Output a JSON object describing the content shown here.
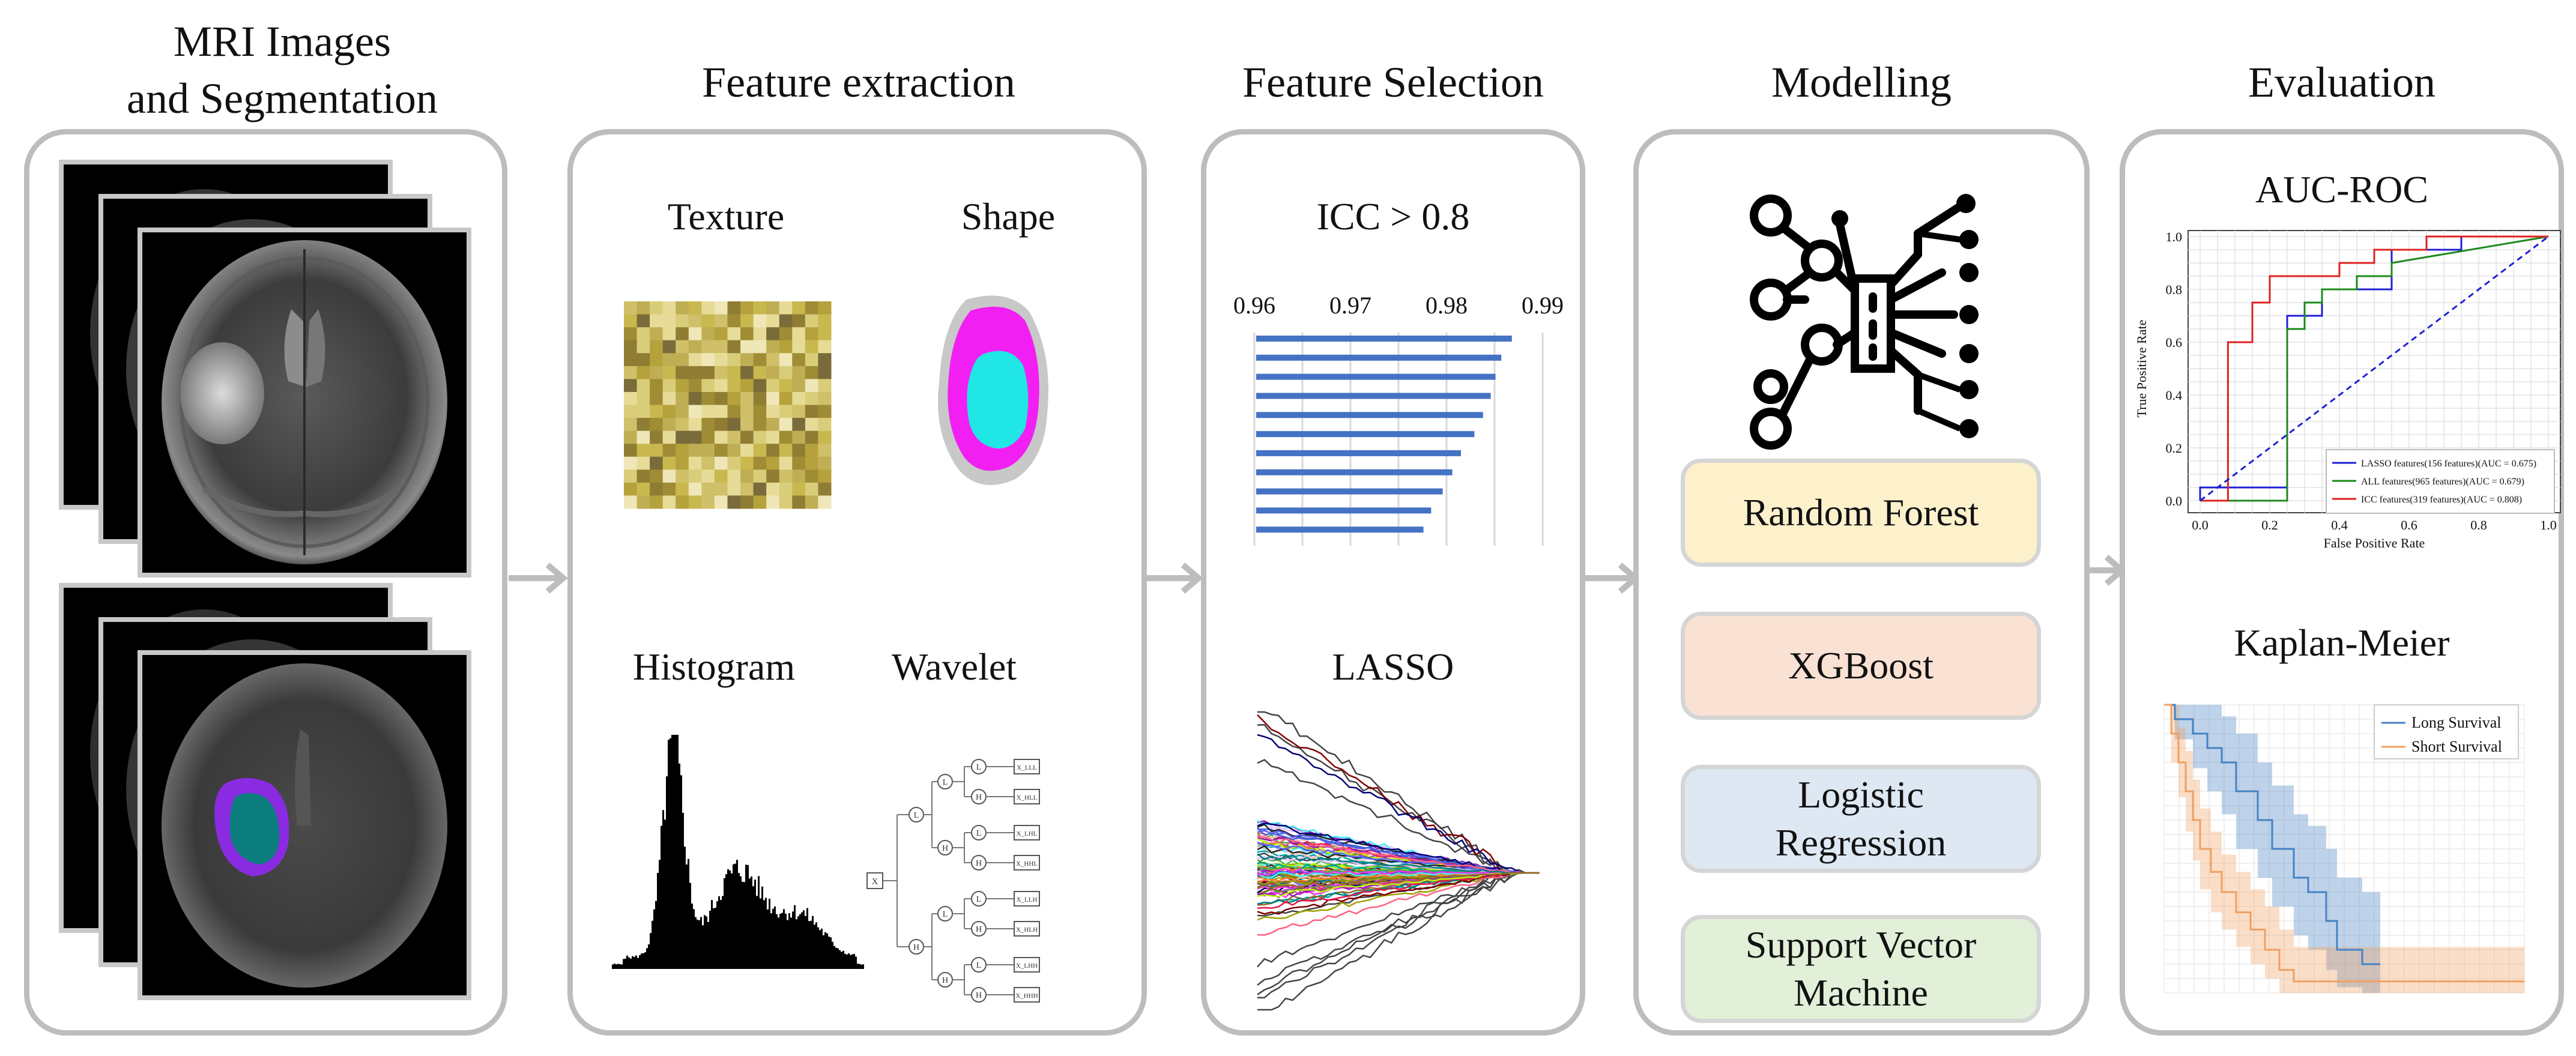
{
  "titles": {
    "mri_line1": "MRI Images",
    "mri_line2": "and Segmentation",
    "feature_extraction": "Feature extraction",
    "feature_selection": "Feature Selection",
    "modelling": "Modelling",
    "evaluation": "Evaluation"
  },
  "feature_extraction": {
    "texture": "Texture",
    "shape": "Shape",
    "histogram": "Histogram",
    "wavelet": "Wavelet"
  },
  "feature_selection": {
    "icc_label": "ICC > 0.8",
    "icc_ticks": [
      "0.96",
      "0.97",
      "0.98",
      "0.99"
    ],
    "lasso_label": "LASSO"
  },
  "modelling": {
    "models": [
      "Random Forest",
      "XGBoost",
      "Logistic Regression",
      "Support Vector Machine"
    ],
    "model_lines": [
      [
        "Random Forest"
      ],
      [
        "XGBoost"
      ],
      [
        "Logistic",
        "Regression"
      ],
      [
        "Support Vector",
        "Machine"
      ]
    ],
    "colors": [
      "#fdf1cc",
      "#f9e2d4",
      "#dde8f3",
      "#e2efd9"
    ]
  },
  "evaluation": {
    "roc_title": "AUC-ROC",
    "km_title": "Kaplan-Meier"
  },
  "wavelet_nodes": {
    "x": "X",
    "l": "L",
    "h": "H",
    "outputs": [
      "X_LLL",
      "X_HLL",
      "X_LHL",
      "X_HHL",
      "X_LLH",
      "X_HLH",
      "X_LHH",
      "X_HHH"
    ]
  },
  "chart_data": [
    {
      "type": "bar",
      "orientation": "horizontal",
      "title": "ICC > 0.8",
      "xlim": [
        0.96,
        0.99
      ],
      "xticks": [
        "0.96",
        "0.97",
        "0.98",
        "0.99"
      ],
      "values": [
        0.9868,
        0.9857,
        0.9851,
        0.9846,
        0.9838,
        0.9829,
        0.9815,
        0.9806,
        0.9796,
        0.9784,
        0.9776
      ],
      "color": "#4472c4"
    },
    {
      "type": "line",
      "xlabel": "False Positive Rate",
      "ylabel": "True Positive Rate",
      "xlim": [
        0.0,
        1.0
      ],
      "ylim": [
        0.0,
        1.0
      ],
      "ticks": [
        "0.0",
        "0.2",
        "0.4",
        "0.6",
        "0.8",
        "1.0"
      ],
      "grid": true,
      "legend": "bottom-right",
      "series": [
        {
          "name": "LASSO features(156 features)(AUC = 0.675)",
          "color": "#1f1fd6",
          "x": [
            0.0,
            0.0,
            0.25,
            0.25,
            0.35,
            0.35,
            0.55,
            0.55,
            0.75,
            0.75,
            1.0
          ],
          "y": [
            0.0,
            0.05,
            0.05,
            0.7,
            0.7,
            0.8,
            0.8,
            0.95,
            0.95,
            1.0,
            1.0
          ]
        },
        {
          "name": "ALL features(965 features)(AUC = 0.679)",
          "color": "#1a8a1a",
          "x": [
            0.0,
            0.25,
            0.25,
            0.3,
            0.3,
            0.35,
            0.35,
            0.45,
            0.45,
            0.55,
            0.55,
            1.0
          ],
          "y": [
            0.0,
            0.0,
            0.65,
            0.65,
            0.75,
            0.75,
            0.8,
            0.8,
            0.85,
            0.85,
            0.9,
            1.0
          ]
        },
        {
          "name": "ICC features(319 features)(AUC = 0.808)",
          "color": "#e02020",
          "x": [
            0.0,
            0.08,
            0.08,
            0.15,
            0.15,
            0.2,
            0.2,
            0.4,
            0.4,
            0.5,
            0.5,
            0.65,
            0.65,
            1.0
          ],
          "y": [
            0.0,
            0.0,
            0.6,
            0.6,
            0.75,
            0.75,
            0.85,
            0.85,
            0.9,
            0.9,
            0.95,
            0.95,
            1.0,
            1.0
          ]
        },
        {
          "name": "",
          "color": "#1f1fd6",
          "dashed": true,
          "x": [
            0.0,
            1.0
          ],
          "y": [
            0.0,
            1.0
          ]
        }
      ]
    },
    {
      "type": "line",
      "title": "Kaplan-Meier",
      "legend": "top-right",
      "xlim": [
        0,
        100
      ],
      "ylim": [
        0,
        1
      ],
      "series": [
        {
          "name": "Long Survival",
          "color": "#4682c4",
          "x": [
            0,
            3,
            3,
            8,
            8,
            12,
            12,
            16,
            16,
            20,
            20,
            26,
            26,
            30,
            30,
            36,
            36,
            40,
            40,
            45,
            45,
            48,
            48,
            55,
            55,
            60
          ],
          "y": [
            1.0,
            1.0,
            0.95,
            0.95,
            0.9,
            0.9,
            0.85,
            0.85,
            0.8,
            0.8,
            0.7,
            0.7,
            0.6,
            0.6,
            0.5,
            0.5,
            0.4,
            0.4,
            0.35,
            0.35,
            0.25,
            0.25,
            0.15,
            0.15,
            0.1,
            0.1
          ],
          "lower": [
            1.0,
            1.0,
            0.88,
            0.88,
            0.78,
            0.78,
            0.7,
            0.7,
            0.62,
            0.62,
            0.5,
            0.5,
            0.4,
            0.4,
            0.3,
            0.3,
            0.2,
            0.2,
            0.15,
            0.15,
            0.08,
            0.08,
            0.02,
            0.02,
            0.0,
            0.0
          ],
          "upper": [
            1.0,
            1.0,
            1.0,
            1.0,
            1.0,
            1.0,
            1.0,
            1.0,
            0.96,
            0.96,
            0.9,
            0.9,
            0.8,
            0.8,
            0.72,
            0.72,
            0.62,
            0.62,
            0.58,
            0.58,
            0.5,
            0.5,
            0.4,
            0.4,
            0.35,
            0.35
          ]
        },
        {
          "name": "Short Survival",
          "color": "#f0a060",
          "x": [
            0,
            2,
            2,
            4,
            4,
            6,
            6,
            8,
            8,
            10,
            10,
            13,
            13,
            16,
            16,
            20,
            20,
            24,
            24,
            28,
            28,
            32,
            32,
            36,
            36,
            100
          ],
          "y": [
            1.0,
            1.0,
            0.9,
            0.9,
            0.8,
            0.8,
            0.7,
            0.7,
            0.6,
            0.6,
            0.5,
            0.5,
            0.42,
            0.42,
            0.35,
            0.35,
            0.28,
            0.28,
            0.22,
            0.22,
            0.15,
            0.15,
            0.08,
            0.08,
            0.04,
            0.04
          ],
          "lower": [
            1.0,
            1.0,
            0.8,
            0.8,
            0.68,
            0.68,
            0.56,
            0.56,
            0.46,
            0.46,
            0.36,
            0.36,
            0.28,
            0.28,
            0.22,
            0.22,
            0.16,
            0.16,
            0.1,
            0.1,
            0.05,
            0.05,
            0.0,
            0.0,
            0.0,
            0.0
          ],
          "upper": [
            1.0,
            1.0,
            1.0,
            1.0,
            0.92,
            0.92,
            0.84,
            0.84,
            0.74,
            0.74,
            0.64,
            0.64,
            0.56,
            0.56,
            0.48,
            0.48,
            0.42,
            0.42,
            0.36,
            0.36,
            0.3,
            0.3,
            0.22,
            0.22,
            0.16,
            0.16
          ]
        }
      ]
    }
  ]
}
